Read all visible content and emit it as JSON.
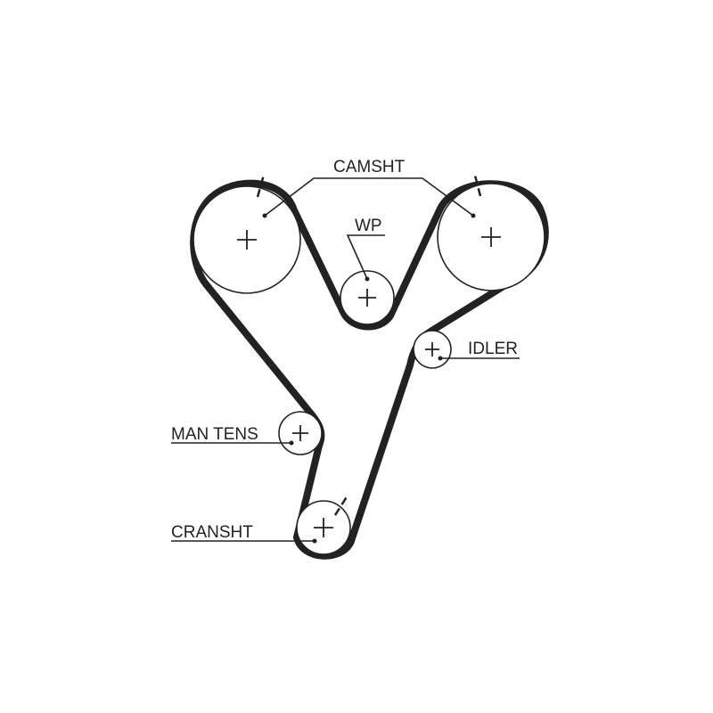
{
  "labels": {
    "camshaft": "CAMSHT",
    "water_pump": "WP",
    "idler": "IDLER",
    "manual_tensioner": "MAN TENS",
    "crankshaft": "CRANSHT"
  },
  "colors": {
    "line": "#222222",
    "belt": "#222222",
    "background": "#ffffff"
  }
}
